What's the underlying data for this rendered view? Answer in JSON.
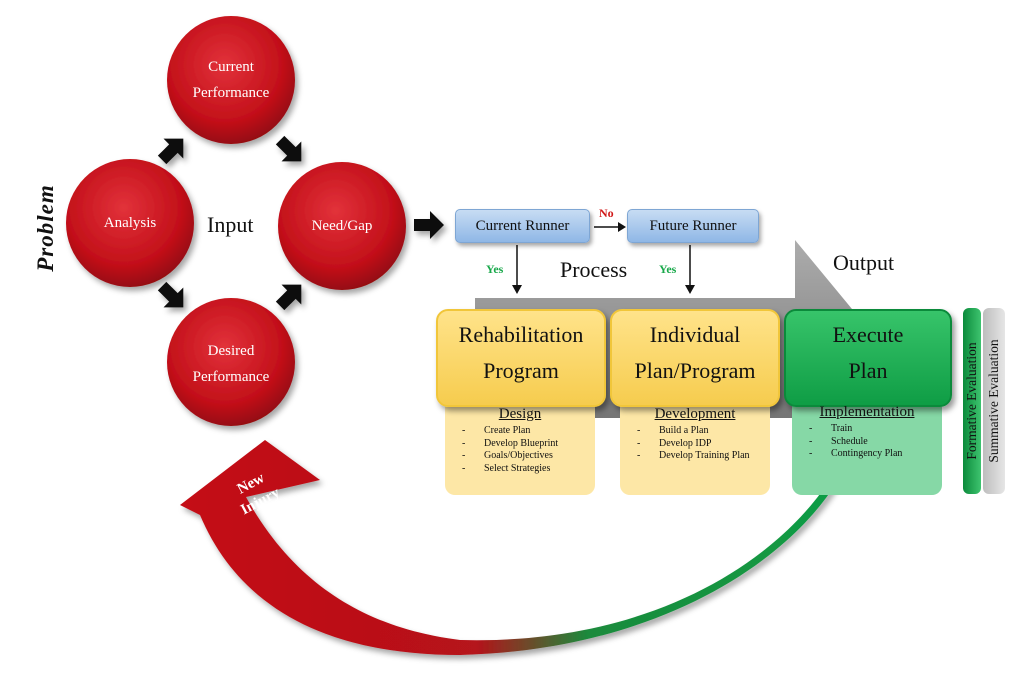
{
  "diagram": {
    "problem_label": "Problem",
    "input_label": "Input",
    "process_label": "Process",
    "output_label": "Output",
    "circles": {
      "current": [
        "Current",
        "Performance"
      ],
      "analysis": "Analysis",
      "need_gap": "Need/Gap",
      "desired": [
        "Desired",
        "Performance"
      ]
    },
    "runners": {
      "current": "Current Runner",
      "future": "Future Runner",
      "no_label": "No",
      "yes_label_1": "Yes",
      "yes_label_2": "Yes"
    },
    "boxes": [
      {
        "title": [
          "Rehabilitation",
          "Program"
        ],
        "heading": "Design",
        "items": [
          "Create Plan",
          "Develop Blueprint",
          "Goals/Objectives",
          "Select Strategies"
        ]
      },
      {
        "title": [
          "Individual",
          "Plan/Program"
        ],
        "heading": "Development",
        "items": [
          "Build a Plan",
          "Develop IDP",
          "Develop Training Plan"
        ]
      },
      {
        "title": [
          "Execute",
          "Plan"
        ],
        "heading": "Implementation",
        "items": [
          "Train",
          "Schedule",
          "Contingency Plan"
        ]
      }
    ],
    "bullet": "-",
    "evaluation": {
      "formative": "Formative Evaluation",
      "summative": "Summative Evaluation"
    },
    "feedback_label": [
      "New",
      "Injury"
    ]
  },
  "colors": {
    "circle_red": "#c8101a",
    "box_yellow": "#f6cc4e",
    "box_green": "#0f9d45",
    "runner_blue": "#9dc0ea",
    "process_arrow_grey": "#8c8c8c"
  }
}
